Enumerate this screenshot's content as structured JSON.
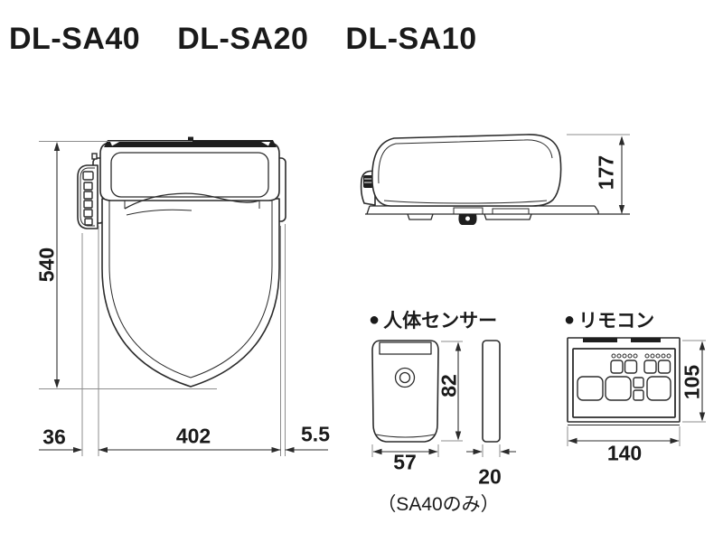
{
  "page": {
    "background": "#ffffff",
    "ink_color": "#1a1a1a",
    "outline_color": "#2b2b2b",
    "extension_line_color": "#8c8c8c"
  },
  "title": {
    "models": [
      "DL-SA40",
      "DL-SA20",
      "DL-SA10"
    ]
  },
  "toilet_top_view": {
    "dims": {
      "height": "540",
      "panel_offset": "36",
      "body_width": "402",
      "plate": "5.5"
    }
  },
  "toilet_side_view": {
    "dims": {
      "height": "177"
    }
  },
  "body_sensor": {
    "bullet": "●",
    "heading": "人体センサー",
    "dims": {
      "width": "57",
      "height": "82",
      "depth": "20"
    },
    "note": "（SA40のみ）"
  },
  "remote_control": {
    "bullet": "●",
    "heading": "リモコン",
    "dims": {
      "width": "140",
      "height": "105"
    }
  }
}
